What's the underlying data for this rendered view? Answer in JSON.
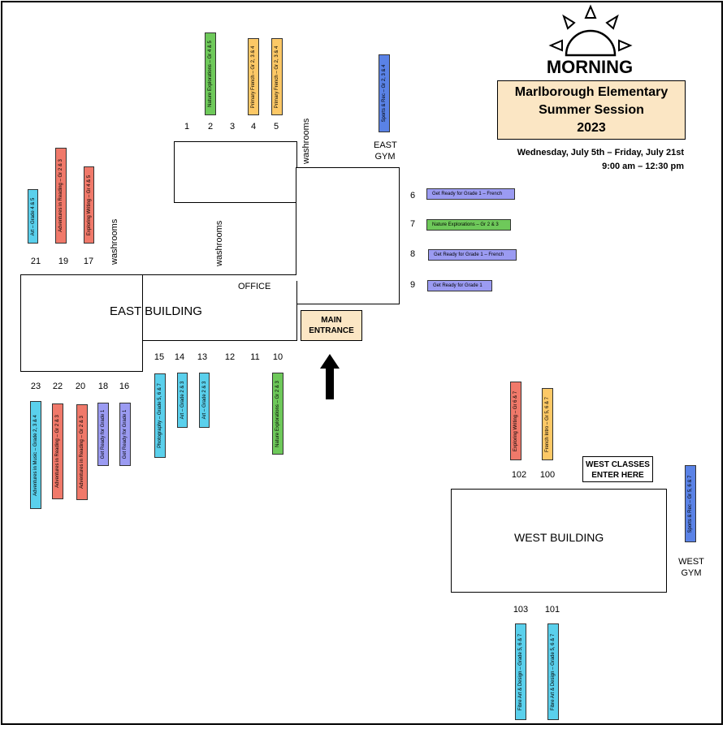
{
  "header": {
    "morning": "MORNING",
    "school_line1": "Marlborough Elementary",
    "school_line2": "Summer Session",
    "school_year": "2023",
    "dates": "Wednesday, July 5th – Friday, July 21st",
    "hours": "9:00 am – 12:30 pm"
  },
  "labels": {
    "east_building": "EAST  BUILDING",
    "office": "OFFICE",
    "main_entrance_1": "MAIN",
    "main_entrance_2": "ENTRANCE",
    "east_gym_1": "EAST",
    "east_gym_2": "GYM",
    "west_building": "WEST BUILDING",
    "west_gym_1": "WEST",
    "west_gym_2": "GYM",
    "west_classes_1": "WEST CLASSES",
    "west_classes_2": "ENTER HERE",
    "washrooms": "washrooms"
  },
  "colors": {
    "art": "#5ad0ec",
    "reading": "#f0796a",
    "nature": "#6ec95a",
    "french": "#fcc866",
    "sports": "#5a82e6",
    "ready": "#9b9bf2",
    "header_box": "#fbe6c4",
    "entrance_box": "#fbe6c4"
  },
  "rooms": [
    {
      "num": "1"
    },
    {
      "num": "2"
    },
    {
      "num": "3"
    },
    {
      "num": "4"
    },
    {
      "num": "5"
    },
    {
      "num": "21"
    },
    {
      "num": "19"
    },
    {
      "num": "17"
    },
    {
      "num": "6"
    },
    {
      "num": "7"
    },
    {
      "num": "8"
    },
    {
      "num": "9"
    },
    {
      "num": "15"
    },
    {
      "num": "14"
    },
    {
      "num": "13"
    },
    {
      "num": "12"
    },
    {
      "num": "11"
    },
    {
      "num": "10"
    },
    {
      "num": "23"
    },
    {
      "num": "22"
    },
    {
      "num": "20"
    },
    {
      "num": "18"
    },
    {
      "num": "16"
    },
    {
      "num": "102"
    },
    {
      "num": "100"
    },
    {
      "num": "103"
    },
    {
      "num": "101"
    }
  ],
  "classes": {
    "c2": "Nature Explorations – Gr 4 & 5",
    "c4": "Primary French – Gr 2, 3 & 4",
    "c5": "Primary French – Gr 2, 3 & 4",
    "east_gym": "Sports & Rec – Gr 2, 3 & 4",
    "c21": "Art – Grade 4 & 5",
    "c19": "Adventures in Reading – Gr 2 & 3",
    "c17": "Exploring Writing – Gr 4 & 5",
    "c6": "Get Ready for Grade  1 – French",
    "c7": "Nature  Explorations  – Gr 2 & 3",
    "c8": "Get Ready for Grade  1 – French",
    "c9": "Get Ready for Grade  1",
    "c15": "Photography – Grade 5, 6 & 7",
    "c14": "Art – Grade 2 & 3",
    "c13": "Art – Grade 2 & 3",
    "c10": "Nature Explorations – Gr 2 & 3",
    "c23": "Adventures in Music – Grade 2, 3 & 4",
    "c22": "Adventures in Reading – Gr 2 & 3",
    "c20": "Adventures in Reading – Gr 2 & 3",
    "c18": "Get Ready for Grade 1",
    "c16": "Get Ready for Grade 1",
    "c102": "Exploring Writing – Gr 6 & 7",
    "c100": "French Intro – Gr 5, 6 & 7",
    "west_gym": "Sports & Rec – Gr 5, 6 & 7",
    "c103": "Fibre Art & Design – Grade 5, 6 & 7",
    "c101": "Fibre Art & Design – Grade 5, 6 & 7"
  }
}
